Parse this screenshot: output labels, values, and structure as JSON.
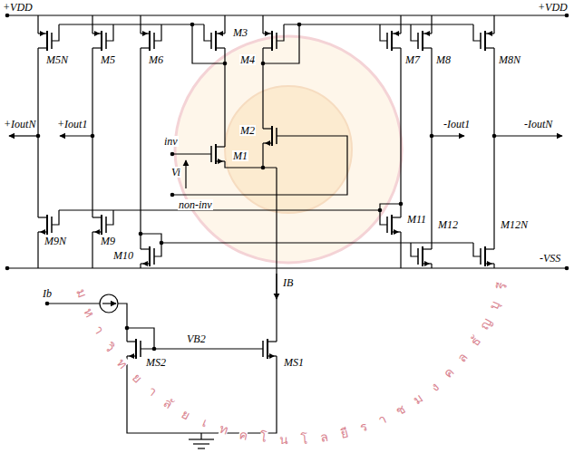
{
  "diagram": {
    "labels": [
      "+VDD",
      "+VDD",
      "M5N",
      "M5",
      "M6",
      "M3",
      "M4",
      "M7",
      "M8",
      "M8N",
      "+IoutN",
      "+Iout1",
      "-Iout1",
      "-IoutN",
      "inv",
      "Vi",
      "M1",
      "M2",
      "non-inv",
      "M11",
      "M9N",
      "M9",
      "M10",
      "M12",
      "M12N",
      "-VSS",
      "IB",
      "Ib",
      "VB2",
      "MS2",
      "MS1",
      "มหาวิทยาลัยเทคโนโลยีราชมงคลธัญบุรี"
    ]
  }
}
